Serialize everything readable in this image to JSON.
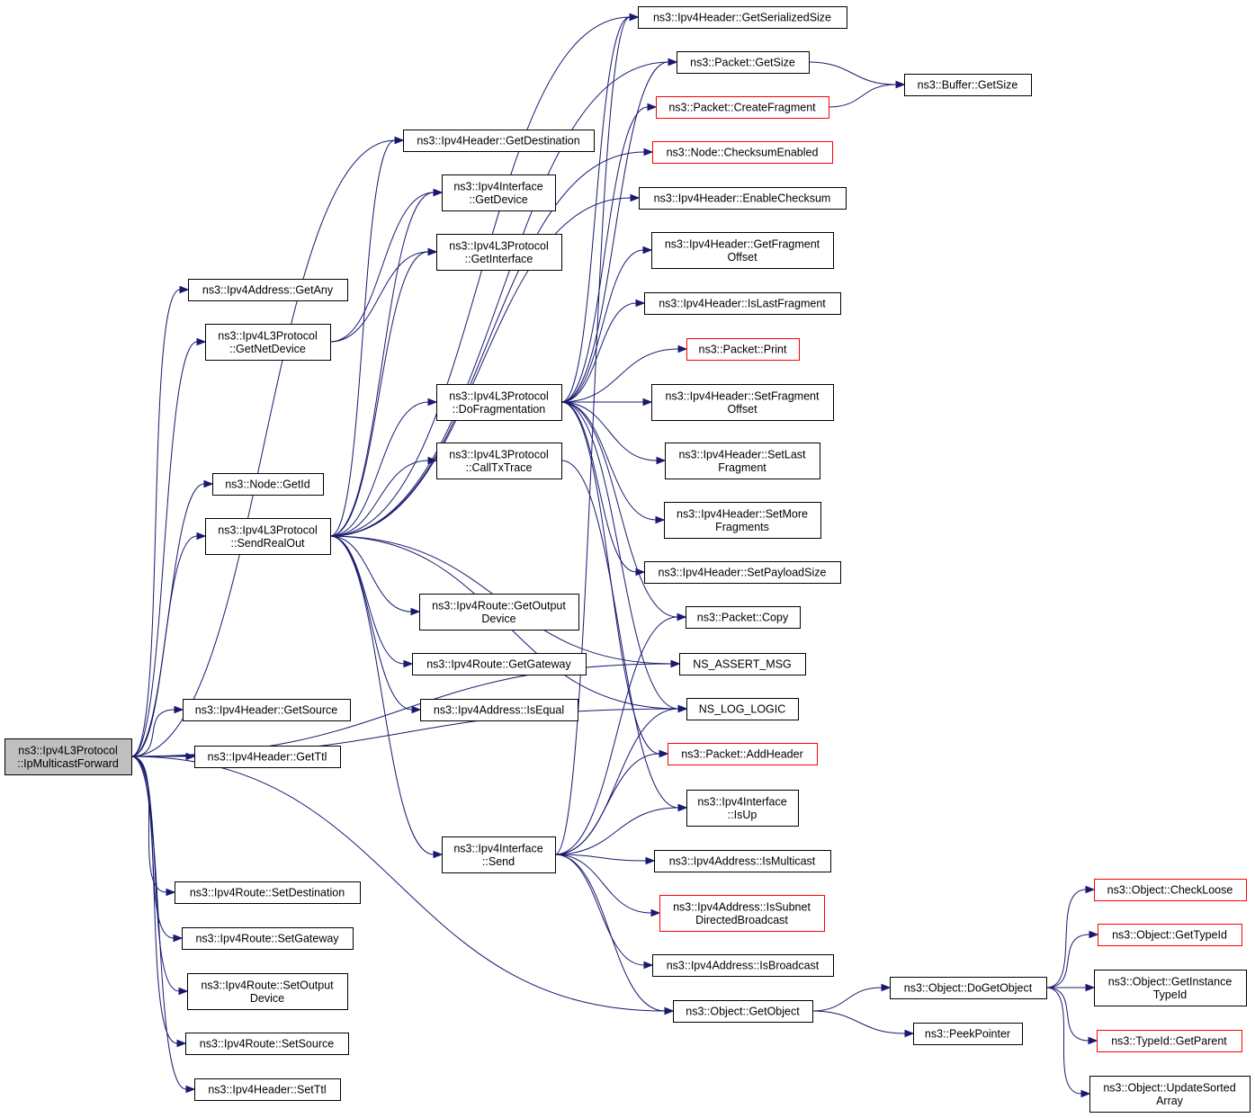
{
  "diagram": {
    "nodes": [
      {
        "id": "root",
        "lines": [
          "ns3::Ipv4L3Protocol",
          "::IpMulticastForward"
        ],
        "style": "root"
      },
      {
        "id": "getDestination",
        "lines": [
          "ns3::Ipv4Header::GetDestination"
        ],
        "style": "normal"
      },
      {
        "id": "getAny",
        "lines": [
          "ns3::Ipv4Address::GetAny"
        ],
        "style": "normal"
      },
      {
        "id": "getNetDevice",
        "lines": [
          "ns3::Ipv4L3Protocol",
          "::GetNetDevice"
        ],
        "style": "normal"
      },
      {
        "id": "nodeGetId",
        "lines": [
          "ns3::Node::GetId"
        ],
        "style": "normal"
      },
      {
        "id": "sendRealOut",
        "lines": [
          "ns3::Ipv4L3Protocol",
          "::SendRealOut"
        ],
        "style": "normal"
      },
      {
        "id": "getSource",
        "lines": [
          "ns3::Ipv4Header::GetSource"
        ],
        "style": "normal"
      },
      {
        "id": "getTtl",
        "lines": [
          "ns3::Ipv4Header::GetTtl"
        ],
        "style": "normal"
      },
      {
        "id": "setDestination",
        "lines": [
          "ns3::Ipv4Route::SetDestination"
        ],
        "style": "normal"
      },
      {
        "id": "setGateway",
        "lines": [
          "ns3::Ipv4Route::SetGateway"
        ],
        "style": "normal"
      },
      {
        "id": "setOutputDevice",
        "lines": [
          "ns3::Ipv4Route::SetOutput",
          "Device"
        ],
        "style": "normal"
      },
      {
        "id": "setSource",
        "lines": [
          "ns3::Ipv4Route::SetSource"
        ],
        "style": "normal"
      },
      {
        "id": "setTtl",
        "lines": [
          "ns3::Ipv4Header::SetTtl"
        ],
        "style": "normal"
      },
      {
        "id": "ifGetDevice",
        "lines": [
          "ns3::Ipv4Interface",
          "::GetDevice"
        ],
        "style": "normal"
      },
      {
        "id": "getInterface",
        "lines": [
          "ns3::Ipv4L3Protocol",
          "::GetInterface"
        ],
        "style": "normal"
      },
      {
        "id": "doFragmentation",
        "lines": [
          "ns3::Ipv4L3Protocol",
          "::DoFragmentation"
        ],
        "style": "normal"
      },
      {
        "id": "callTxTrace",
        "lines": [
          "ns3::Ipv4L3Protocol",
          "::CallTxTrace"
        ],
        "style": "normal"
      },
      {
        "id": "getOutputDevice",
        "lines": [
          "ns3::Ipv4Route::GetOutput",
          "Device"
        ],
        "style": "normal"
      },
      {
        "id": "getGateway",
        "lines": [
          "ns3::Ipv4Route::GetGateway"
        ],
        "style": "normal"
      },
      {
        "id": "isEqual",
        "lines": [
          "ns3::Ipv4Address::IsEqual"
        ],
        "style": "normal"
      },
      {
        "id": "ifSend",
        "lines": [
          "ns3::Ipv4Interface",
          "::Send"
        ],
        "style": "normal"
      },
      {
        "id": "getSerializedSize",
        "lines": [
          "ns3::Ipv4Header::GetSerializedSize"
        ],
        "style": "normal"
      },
      {
        "id": "packetGetSize",
        "lines": [
          "ns3::Packet::GetSize"
        ],
        "style": "normal"
      },
      {
        "id": "createFragment",
        "lines": [
          "ns3::Packet::CreateFragment"
        ],
        "style": "red"
      },
      {
        "id": "checksumEnabled",
        "lines": [
          "ns3::Node::ChecksumEnabled"
        ],
        "style": "red"
      },
      {
        "id": "enableChecksum",
        "lines": [
          "ns3::Ipv4Header::EnableChecksum"
        ],
        "style": "normal"
      },
      {
        "id": "getFragmentOffset",
        "lines": [
          "ns3::Ipv4Header::GetFragment",
          "Offset"
        ],
        "style": "normal"
      },
      {
        "id": "isLastFragment",
        "lines": [
          "ns3::Ipv4Header::IsLastFragment"
        ],
        "style": "normal"
      },
      {
        "id": "packetPrint",
        "lines": [
          "ns3::Packet::Print"
        ],
        "style": "red"
      },
      {
        "id": "setFragmentOffset",
        "lines": [
          "ns3::Ipv4Header::SetFragment",
          "Offset"
        ],
        "style": "normal"
      },
      {
        "id": "setLastFragment",
        "lines": [
          "ns3::Ipv4Header::SetLast",
          "Fragment"
        ],
        "style": "normal"
      },
      {
        "id": "setMoreFragments",
        "lines": [
          "ns3::Ipv4Header::SetMore",
          "Fragments"
        ],
        "style": "normal"
      },
      {
        "id": "setPayloadSize",
        "lines": [
          "ns3::Ipv4Header::SetPayloadSize"
        ],
        "style": "normal"
      },
      {
        "id": "packetCopy",
        "lines": [
          "ns3::Packet::Copy"
        ],
        "style": "normal"
      },
      {
        "id": "nsAssertMsg",
        "lines": [
          "NS_ASSERT_MSG"
        ],
        "style": "normal"
      },
      {
        "id": "nsLogLogic",
        "lines": [
          "NS_LOG_LOGIC"
        ],
        "style": "normal"
      },
      {
        "id": "addHeader",
        "lines": [
          "ns3::Packet::AddHeader"
        ],
        "style": "red"
      },
      {
        "id": "ifIsUp",
        "lines": [
          "ns3::Ipv4Interface",
          "::IsUp"
        ],
        "style": "normal"
      },
      {
        "id": "isMulticast",
        "lines": [
          "ns3::Ipv4Address::IsMulticast"
        ],
        "style": "normal"
      },
      {
        "id": "isSubnetDirectedBroadcast",
        "lines": [
          "ns3::Ipv4Address::IsSubnet",
          "DirectedBroadcast"
        ],
        "style": "red"
      },
      {
        "id": "isBroadcast",
        "lines": [
          "ns3::Ipv4Address::IsBroadcast"
        ],
        "style": "normal"
      },
      {
        "id": "getObject",
        "lines": [
          "ns3::Object::GetObject"
        ],
        "style": "normal"
      },
      {
        "id": "bufferGetSize",
        "lines": [
          "ns3::Buffer::GetSize"
        ],
        "style": "normal"
      },
      {
        "id": "doGetObject",
        "lines": [
          "ns3::Object::DoGetObject"
        ],
        "style": "normal"
      },
      {
        "id": "peekPointer",
        "lines": [
          "ns3::PeekPointer"
        ],
        "style": "normal"
      },
      {
        "id": "checkLoose",
        "lines": [
          "ns3::Object::CheckLoose"
        ],
        "style": "red"
      },
      {
        "id": "getTypeId",
        "lines": [
          "ns3::Object::GetTypeId"
        ],
        "style": "red"
      },
      {
        "id": "getInstanceTypeId",
        "lines": [
          "ns3::Object::GetInstance",
          "TypeId"
        ],
        "style": "normal"
      },
      {
        "id": "typeIdGetParent",
        "lines": [
          "ns3::TypeId::GetParent"
        ],
        "style": "red"
      },
      {
        "id": "updateSortedArray",
        "lines": [
          "ns3::Object::UpdateSorted",
          "Array"
        ],
        "style": "normal"
      }
    ],
    "edges": [
      [
        "root",
        "getDestination"
      ],
      [
        "root",
        "getAny"
      ],
      [
        "root",
        "getNetDevice"
      ],
      [
        "root",
        "nodeGetId"
      ],
      [
        "root",
        "sendRealOut"
      ],
      [
        "root",
        "getSource"
      ],
      [
        "root",
        "getTtl"
      ],
      [
        "root",
        "setDestination"
      ],
      [
        "root",
        "setGateway"
      ],
      [
        "root",
        "setOutputDevice"
      ],
      [
        "root",
        "setSource"
      ],
      [
        "root",
        "setTtl"
      ],
      [
        "root",
        "nsAssertMsg"
      ],
      [
        "root",
        "nsLogLogic"
      ],
      [
        "root",
        "getObject"
      ],
      [
        "getNetDevice",
        "getInterface"
      ],
      [
        "getNetDevice",
        "ifGetDevice"
      ],
      [
        "sendRealOut",
        "getDestination"
      ],
      [
        "sendRealOut",
        "ifGetDevice"
      ],
      [
        "sendRealOut",
        "getInterface"
      ],
      [
        "sendRealOut",
        "doFragmentation"
      ],
      [
        "sendRealOut",
        "callTxTrace"
      ],
      [
        "sendRealOut",
        "getOutputDevice"
      ],
      [
        "sendRealOut",
        "getGateway"
      ],
      [
        "sendRealOut",
        "isEqual"
      ],
      [
        "sendRealOut",
        "ifSend"
      ],
      [
        "sendRealOut",
        "getSerializedSize"
      ],
      [
        "sendRealOut",
        "packetGetSize"
      ],
      [
        "sendRealOut",
        "checksumEnabled"
      ],
      [
        "sendRealOut",
        "enableChecksum"
      ],
      [
        "sendRealOut",
        "nsAssertMsg"
      ],
      [
        "sendRealOut",
        "nsLogLogic"
      ],
      [
        "doFragmentation",
        "getSerializedSize"
      ],
      [
        "doFragmentation",
        "packetGetSize"
      ],
      [
        "doFragmentation",
        "createFragment"
      ],
      [
        "doFragmentation",
        "getFragmentOffset"
      ],
      [
        "doFragmentation",
        "isLastFragment"
      ],
      [
        "doFragmentation",
        "packetPrint"
      ],
      [
        "doFragmentation",
        "setFragmentOffset"
      ],
      [
        "doFragmentation",
        "setLastFragment"
      ],
      [
        "doFragmentation",
        "setMoreFragments"
      ],
      [
        "doFragmentation",
        "setPayloadSize"
      ],
      [
        "doFragmentation",
        "packetCopy"
      ],
      [
        "doFragmentation",
        "nsLogLogic"
      ],
      [
        "doFragmentation",
        "addHeader"
      ],
      [
        "callTxTrace",
        "ifIsUp"
      ],
      [
        "ifSend",
        "getSerializedSize"
      ],
      [
        "ifSend",
        "packetCopy"
      ],
      [
        "ifSend",
        "nsLogLogic"
      ],
      [
        "ifSend",
        "addHeader"
      ],
      [
        "ifSend",
        "ifIsUp"
      ],
      [
        "ifSend",
        "isMulticast"
      ],
      [
        "ifSend",
        "isSubnetDirectedBroadcast"
      ],
      [
        "ifSend",
        "isBroadcast"
      ],
      [
        "ifSend",
        "getObject"
      ],
      [
        "packetGetSize",
        "bufferGetSize"
      ],
      [
        "createFragment",
        "bufferGetSize"
      ],
      [
        "getObject",
        "doGetObject"
      ],
      [
        "getObject",
        "peekPointer"
      ],
      [
        "doGetObject",
        "checkLoose"
      ],
      [
        "doGetObject",
        "getTypeId"
      ],
      [
        "doGetObject",
        "getInstanceTypeId"
      ],
      [
        "doGetObject",
        "typeIdGetParent"
      ],
      [
        "doGetObject",
        "updateSortedArray"
      ]
    ]
  }
}
